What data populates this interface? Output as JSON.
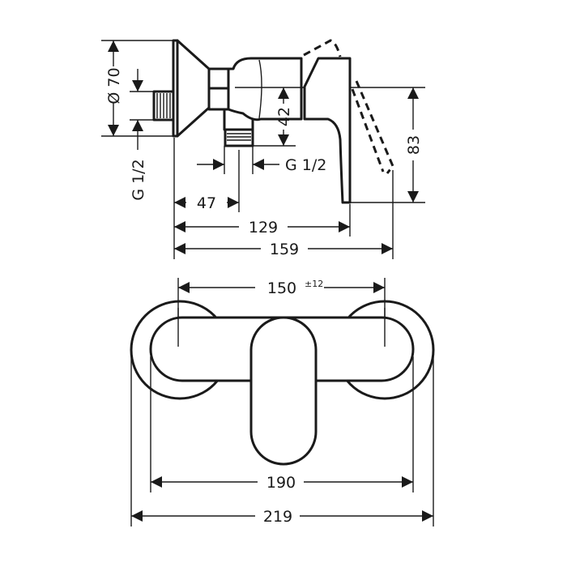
{
  "title": "Single lever shower mixer — dimension drawing",
  "side_view": {
    "dims": {
      "diameter": "Ø 70",
      "thread_left": "G 1/2",
      "height_outlet": "42",
      "lever_height": "83",
      "thread_outlet": "G 1/2",
      "outlet_offset": "47",
      "lever_projection": "129",
      "total_projection": "159"
    }
  },
  "front_view": {
    "dims": {
      "centres": "150",
      "centres_tolerance": "±12",
      "body_width": "190",
      "total_width": "219"
    }
  },
  "colors": {
    "line": "#1a1a1a",
    "background": "#ffffff"
  }
}
